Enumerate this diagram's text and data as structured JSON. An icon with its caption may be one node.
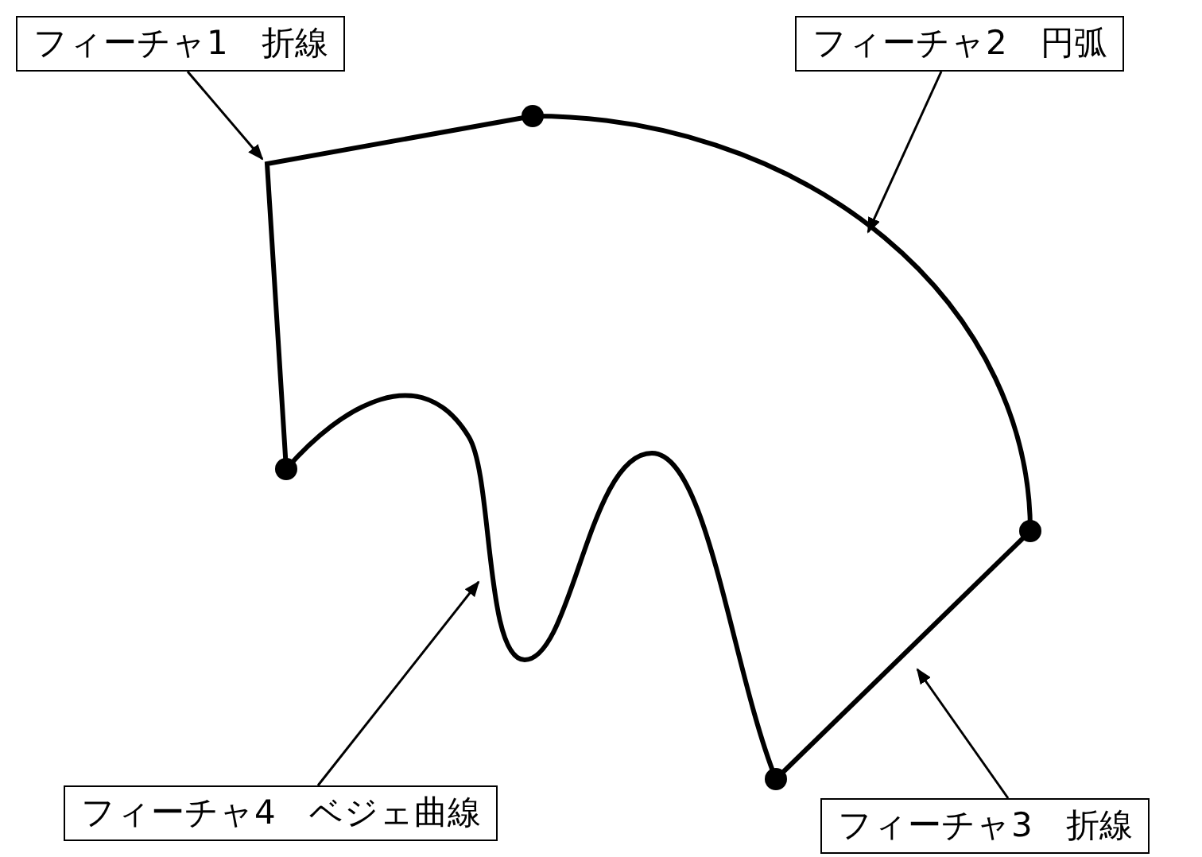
{
  "diagram": {
    "nodes": [
      {
        "text": [
          "フィーチャ1　折線"
        ]
      },
      {
        "text": [
          "フィーチャ2　円弧"
        ]
      },
      {
        "text": [
          "フィーチャ3　折線"
        ]
      },
      {
        "text": [
          "フィーチャ4　ベジェ曲線"
        ]
      },
      {
        "text": [],
        "shape": "polyline"
      },
      {
        "text": [],
        "shape": "arc"
      },
      {
        "text": [],
        "shape": "line"
      },
      {
        "text": [],
        "shape": "curve"
      }
    ],
    "edges": [
      {
        "from": 0,
        "to": 4,
        "arrow": "to"
      },
      {
        "from": 1,
        "to": 5,
        "arrow": "to"
      },
      {
        "from": 2,
        "to": 6,
        "arrow": "to"
      },
      {
        "from": 3,
        "to": 7,
        "arrow": "to"
      }
    ]
  }
}
